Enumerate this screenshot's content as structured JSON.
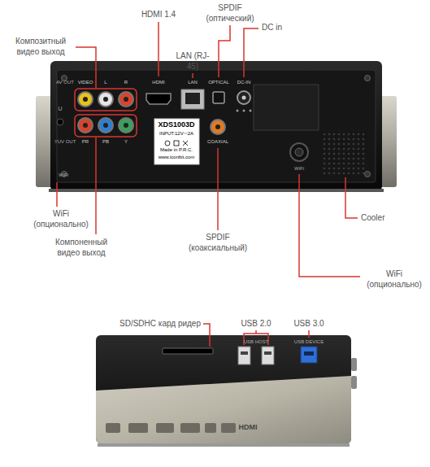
{
  "diagram": {
    "labels": [
      "HDMI 1.4",
      "SPDIF (оптический)",
      "DC in",
      "Композитный видео выход",
      "LAN (RJ-45)",
      "AV OUT",
      "VIDEO",
      "L",
      "R",
      "HDMI",
      "LAN",
      "OPTICAL",
      "DC-IN",
      "U",
      "YUV OUT",
      "PR",
      "PB",
      "Y",
      "XDS1003D",
      "INPUT:12V⎓2A",
      "Made in P.R.C.",
      "www.iconbit.com",
      "COAXIAL",
      "WiFi",
      "WiFi",
      "WiFi (опционально)",
      "Cooler",
      "Компоненный видео выход",
      "SPDIF (коаксиальный)",
      "WiFi (опционально)",
      "SD/SDHC кард ридер",
      "USB 2.0",
      "USB 3.0",
      "USB HOST",
      "USB DEVICE",
      "HDMI"
    ]
  }
}
